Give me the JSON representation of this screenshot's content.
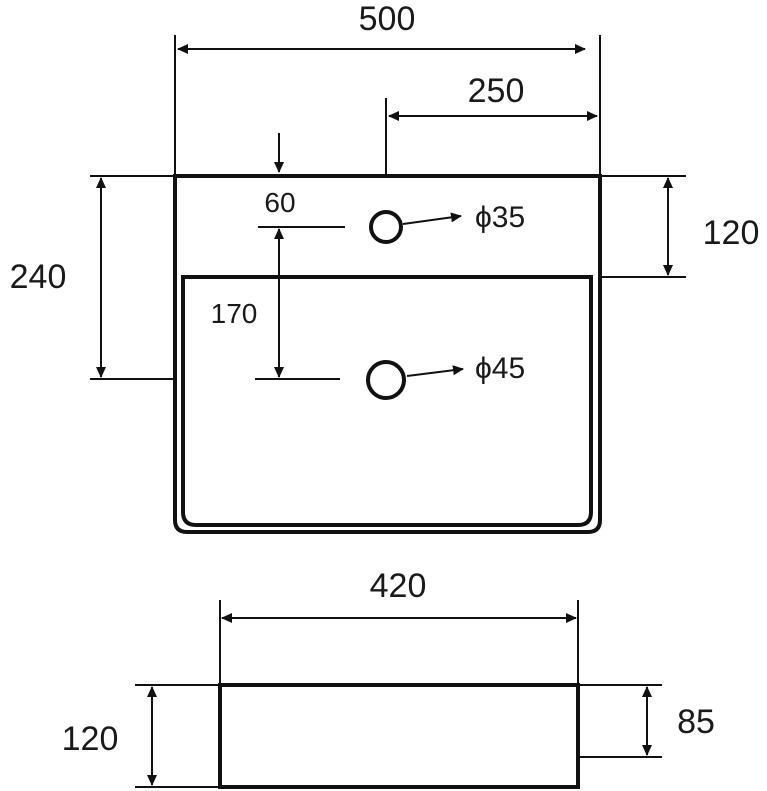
{
  "top_view": {
    "width_overall": "500",
    "offset_to_center": "250",
    "depth_overall": "240",
    "back_ledge": "120",
    "tap_hole_offset": "60",
    "hole_spacing": "170",
    "tap_hole_diameter": "ϕ35",
    "drain_hole_diameter": "ϕ45"
  },
  "side_view": {
    "width": "420",
    "height_outer": "120",
    "height_inner": "85"
  }
}
